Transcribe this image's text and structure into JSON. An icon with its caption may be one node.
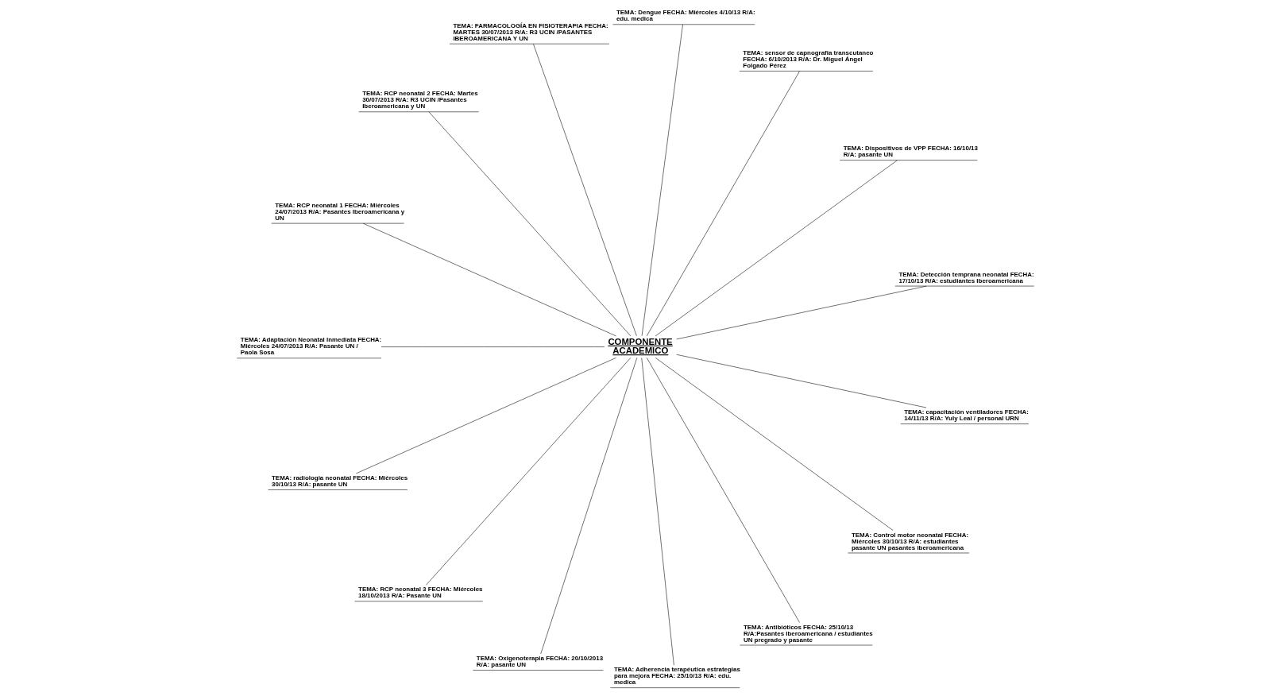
{
  "diagram": {
    "nodes": [
      {
        "text": [
          "COMPONENTE ACADEMICO"
        ]
      },
      {
        "text": [
          "TEMA: Detección temprana neonatal FECHA: 17/10/13 R/A: estudiantes Iberoamericana"
        ]
      },
      {
        "text": [
          "TEMA: Dispositivos de VPP FECHA: 16/10/13 R/A: pasante UN"
        ]
      },
      {
        "text": [
          "TEMA: sensor de capnografia transcutaneo FECHA: 6/10/2013 R/A: Dr. Miguel Ángel Folgado Pérez"
        ]
      },
      {
        "text": [
          "TEMA: Dengue FECHA: Miércoles 4/10/13 R/A: edu. medica"
        ]
      },
      {
        "text": [
          "TEMA: FARMACOLOGÍA EN FISIOTERAPIA FECHA: MARTES 30/07/2013 R/A: R3 UCIN /PASANTES IBEROAMERICANA Y UN"
        ]
      },
      {
        "text": [
          "TEMA: RCP neonatal 2 FECHA: Martes 30/07/2013 R/A: R3 UCIN /Pasantes Iberoamericana y UN"
        ]
      },
      {
        "text": [
          "TEMA: RCP neonatal 1 FECHA: Miércoles 24/07/2013 R/A: Pasantes Iberoamericana y UN"
        ]
      },
      {
        "text": [
          "TEMA: Adaptación Neonatal Inmediata FECHA: Miércoles 24/07/2013 R/A: Pasante UN / Paola Sosa"
        ]
      },
      {
        "text": [
          "TEMA: radiologia neonatal FECHA: Miércoles 30/10/13 R/A: pasante UN"
        ]
      },
      {
        "text": [
          "TEMA: RCP neonatal 3 FECHA: Miércoles 18/10/2013 R/A: Pasante UN"
        ]
      },
      {
        "text": [
          "TEMA: Oxigenoterapia FECHA: 20/10/2013 R/A: pasante UN"
        ]
      },
      {
        "text": [
          "TEMA: Adherencia terapéutica estrategias para mejora FECHA: 25/10/13 R/A: edu. medica"
        ]
      },
      {
        "text": [
          "TEMA: Antibióticos FECHA: 25/10/13 R/A:Pasantes Iberoamericana / estudiantes UN pregrado y pasante"
        ]
      },
      {
        "text": [
          "TEMA: Control motor neonatal FECHA: Miércoles 30/10/13 R/A: estudiantes pasante UN pasantes iberoamericana"
        ]
      },
      {
        "text": [
          "TEMA: capacitación ventiladores FECHA: 14/11/13 R/A: Yuly Leal / personal URN"
        ]
      }
    ],
    "edges": [
      {
        "from": 0,
        "to": 1,
        "arrow": "none"
      },
      {
        "from": 0,
        "to": 2,
        "arrow": "none"
      },
      {
        "from": 0,
        "to": 3,
        "arrow": "none"
      },
      {
        "from": 0,
        "to": 4,
        "arrow": "none"
      },
      {
        "from": 0,
        "to": 5,
        "arrow": "none"
      },
      {
        "from": 0,
        "to": 6,
        "arrow": "none"
      },
      {
        "from": 0,
        "to": 7,
        "arrow": "none"
      },
      {
        "from": 0,
        "to": 8,
        "arrow": "none"
      },
      {
        "from": 0,
        "to": 9,
        "arrow": "none"
      },
      {
        "from": 0,
        "to": 10,
        "arrow": "none"
      },
      {
        "from": 0,
        "to": 11,
        "arrow": "none"
      },
      {
        "from": 0,
        "to": 12,
        "arrow": "none"
      },
      {
        "from": 0,
        "to": 13,
        "arrow": "none"
      },
      {
        "from": 0,
        "to": 14,
        "arrow": "none"
      },
      {
        "from": 0,
        "to": 15,
        "arrow": "none"
      }
    ]
  }
}
